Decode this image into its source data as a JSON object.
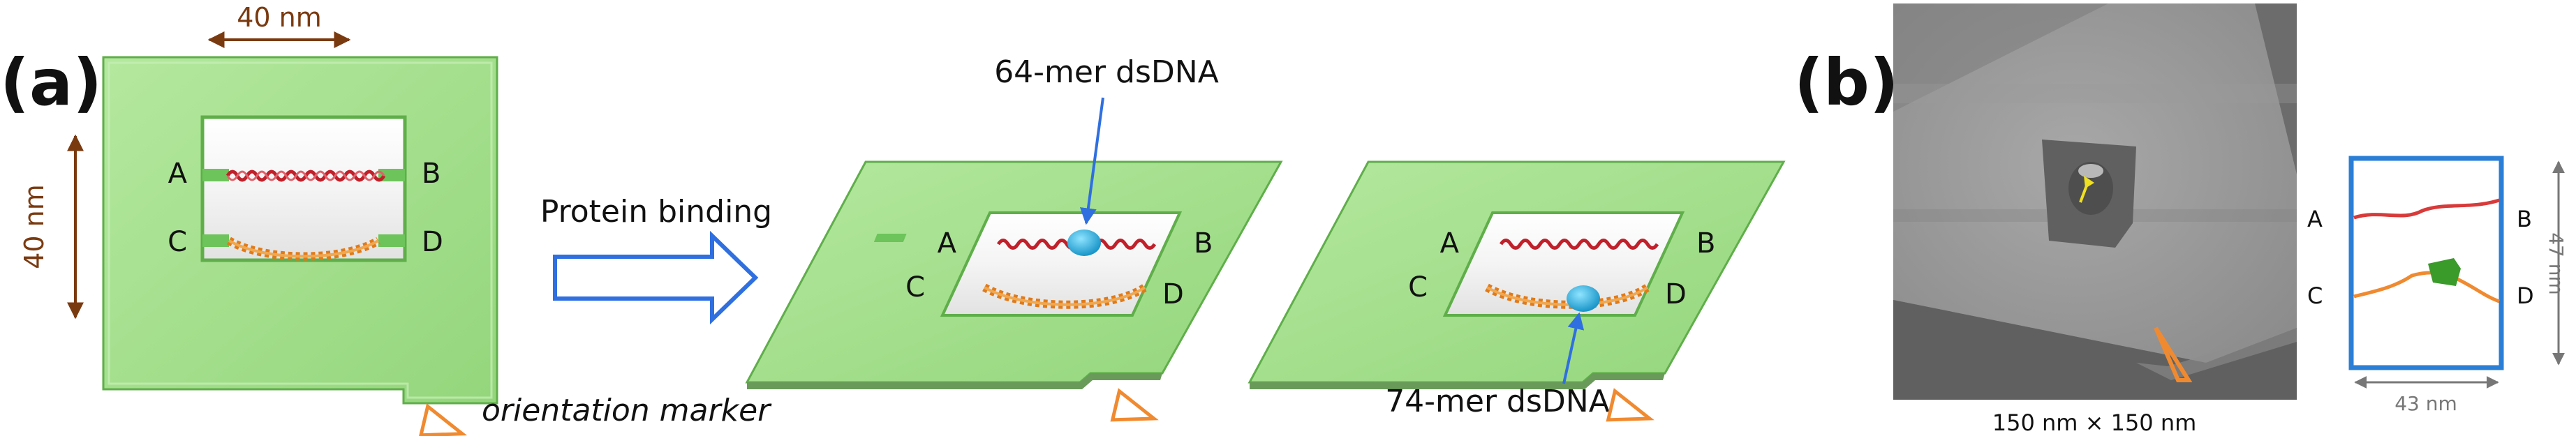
{
  "panel_a": {
    "label": "(a)",
    "dim_width": "40 nm",
    "dim_height": "40 nm",
    "sites": [
      "A",
      "B",
      "C",
      "D"
    ],
    "arrow_label": "Protein binding",
    "label_64": "64-mer dsDNA",
    "label_74": "74-mer dsDNA",
    "orientation_marker": "orientation marker"
  },
  "panel_b": {
    "label": "(b)",
    "scale_text": "150 nm × 150 nm",
    "sites": [
      "A",
      "B",
      "C",
      "D"
    ],
    "dim_height": "47 nm",
    "dim_width": "43 nm"
  },
  "colors": {
    "frame_green": "#a3e08c",
    "frame_edge": "#5fae4a",
    "dna_red": "#c0202a",
    "dna_orange": "#e07a1a",
    "protein_blue": "#1aa3d9",
    "dim_brown": "#7a3a10",
    "marker_orange": "#f08a30",
    "arrow_blue": "#2f6fe0",
    "box_blue": "#2a7ed6"
  }
}
